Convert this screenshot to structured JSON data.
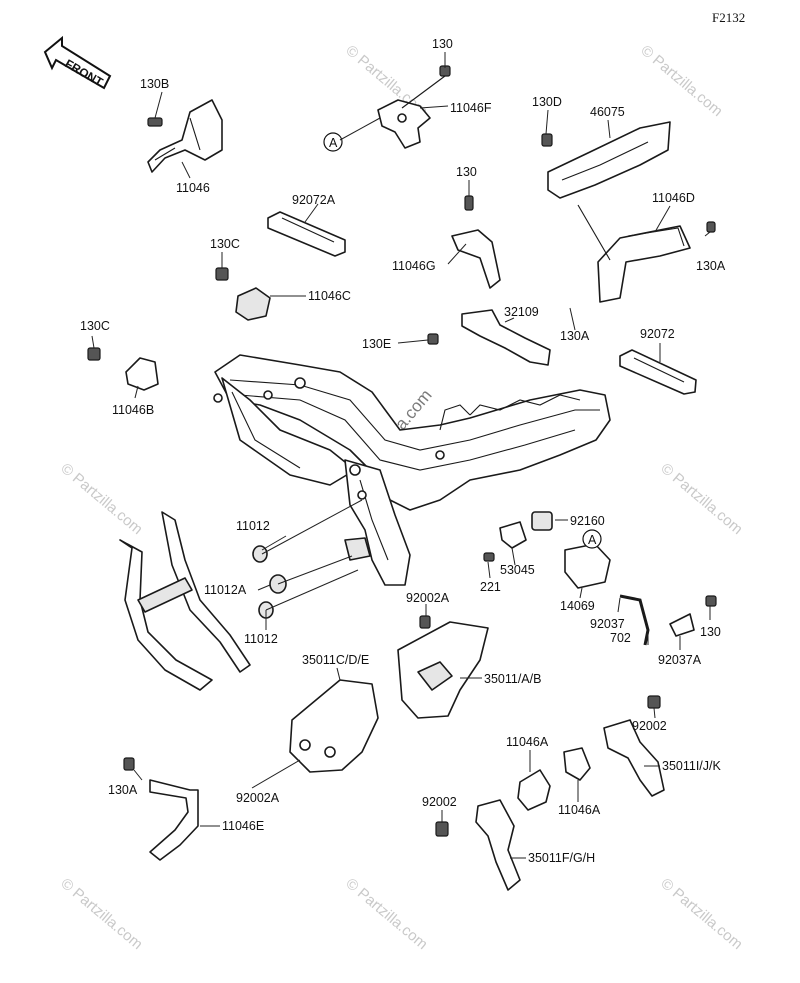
{
  "figure_code": "F2132",
  "front_arrow": "FRONT",
  "watermark": "© Partzilla.com",
  "center_watermark": "Partzilla.com",
  "ref_a": "A",
  "labels": {
    "p130": "130",
    "p11046F": "11046F",
    "p130B": "130B",
    "p11046": "11046",
    "p130D": "130D",
    "p46075": "46075",
    "p92072A": "92072A",
    "p130b2": "130",
    "p11046D": "11046D",
    "p130C_top": "130C",
    "p11046G": "11046G",
    "p130A_right": "130A",
    "p11046C": "11046C",
    "p32109": "32109",
    "p130A_mid": "130A",
    "p130C_left": "130C",
    "p130E": "130E",
    "p92072": "92072",
    "p11046B": "11046B",
    "p11012_top": "11012",
    "p92160": "92160",
    "p53045": "53045",
    "p221": "221",
    "p11012A": "11012A",
    "p11012_bot": "11012",
    "p92002A_top": "92002A",
    "p14069": "14069",
    "p92037": "92037",
    "p130_right": "130",
    "p702": "702",
    "p92037A": "92037A",
    "p35011CDE": "35011C/D/E",
    "p35011AB": "35011/A/B",
    "p92002_right": "92002",
    "p11046A_top": "11046A",
    "p35011IJK": "35011I/J/K",
    "p11046A_bot": "11046A",
    "p130A_left": "130A",
    "p92002A_bot": "92002A",
    "p11046E": "11046E",
    "p92002_bot": "92002",
    "p35011FGH": "35011F/G/H"
  }
}
